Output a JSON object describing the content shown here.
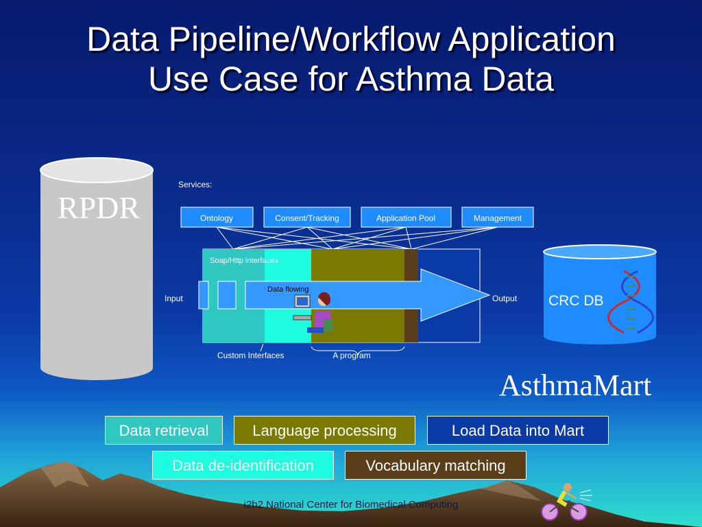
{
  "title": {
    "line1": "Data Pipeline/Workflow Application",
    "line2": "Use Case for Asthma Data"
  },
  "rpdr_label": "RPDR",
  "crc_db_label": "CRC DB",
  "asthmamart_label": "AsthmaMart",
  "diagram": {
    "services_label": "Services:",
    "services": [
      "Ontology",
      "Consent/Tracking",
      "Application Pool",
      "Management"
    ],
    "soap_label": "Soap/Http interfaces",
    "data_flowing_label": "Data flowing",
    "input_label": "Input",
    "output_label": "Output",
    "custom_interfaces_label": "Custom Interfaces",
    "program_label": "A program"
  },
  "steps": {
    "data_retrieval": "Data retrieval",
    "language_processing": "Language processing",
    "load_data": "Load Data into Mart",
    "de_identification": "Data de-identification",
    "vocabulary_matching": "Vocabulary matching"
  },
  "footer": "i2b2 National Center for Biomedical Computing",
  "colors": {
    "teal": "#2ec8c0",
    "aqua": "#1efce0",
    "olive": "#7a7a00",
    "brown": "#5a3e1a",
    "blue_box": "#0a3aa6",
    "service_box": "#1e8cff",
    "arrow": "#3399ff",
    "cylinder_gray": "#c8c8c8",
    "cylinder_blue": "#1e8cff"
  },
  "icons": [
    "dna-icon",
    "person-at-computer-icon",
    "cyclist-icon",
    "mountains-icon"
  ]
}
